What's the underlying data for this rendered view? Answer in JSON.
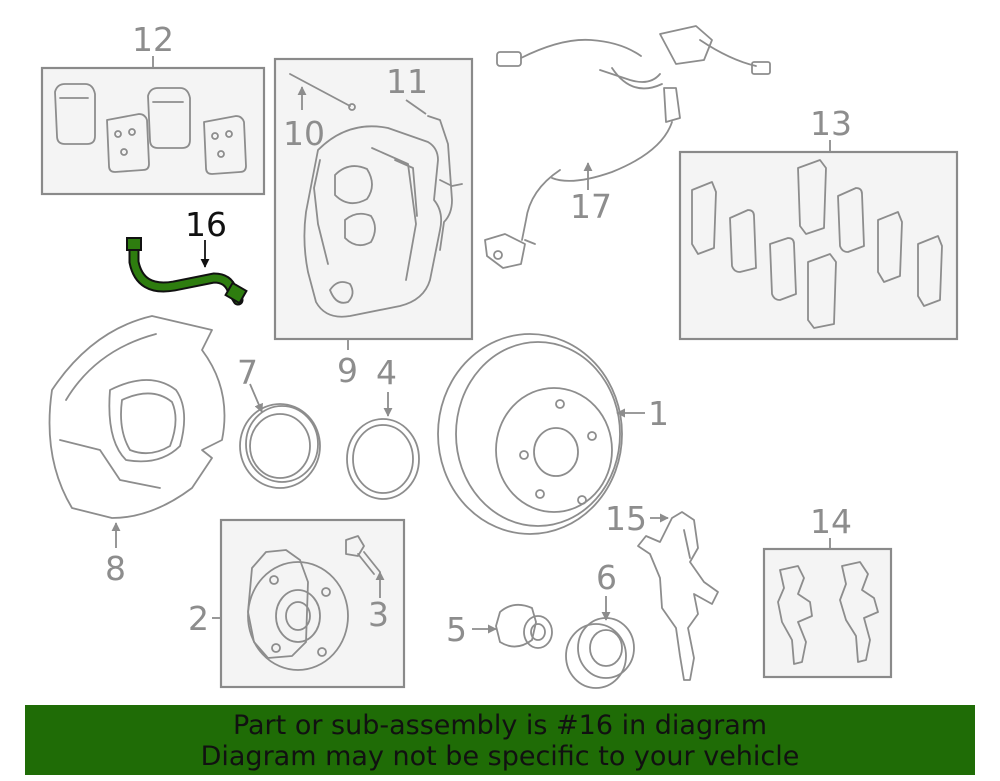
{
  "callouts": {
    "c1": "1",
    "c2": "2",
    "c3": "3",
    "c4": "4",
    "c5": "5",
    "c6": "6",
    "c7": "7",
    "c8": "8",
    "c9": "9",
    "c10": "10",
    "c11": "11",
    "c12": "12",
    "c13": "13",
    "c14": "14",
    "c15": "15",
    "c16": "16",
    "c17": "17"
  },
  "highlighted_part": "16",
  "colors": {
    "highlight_part": "#2e7d0f",
    "banner_bg": "#1f6c06",
    "line_gray": "#8d8d8d"
  },
  "banner": {
    "line1": "Part or sub-assembly is #16 in diagram",
    "line2": "Diagram may not be specific to your vehicle"
  }
}
